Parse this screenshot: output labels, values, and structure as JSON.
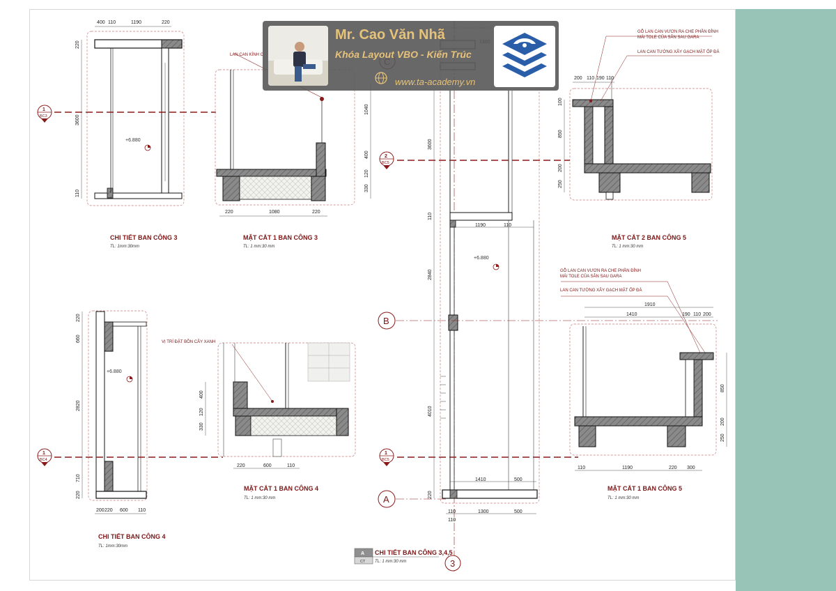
{
  "overlay": {
    "name": "Mr. Cao Văn Nhã",
    "course": "Khóa Layout VBO - Kiến Trúc",
    "website": "www.ta-academy.vn"
  },
  "drawings": {
    "chi_tiet_3": {
      "title": "CHI TIẾT BAN CÔNG 3",
      "scale": "TL: 1mm:30mm",
      "dims_top": [
        "400",
        "110",
        "1190",
        "220"
      ],
      "dims_left": [
        "220",
        "3600",
        "110"
      ],
      "elevation": "+6.880",
      "marker_num": "1",
      "marker_ref": "BC3"
    },
    "mat_cat_1_bc3": {
      "title": "MẶT CẮT 1 BAN CÔNG 3",
      "scale": "TL: 1 mm:30 mm",
      "note": "LAN CAN KÍNH C",
      "dims_bottom": [
        "220",
        "1080",
        "220"
      ],
      "dims_right": [
        "1040",
        "400",
        "120",
        "330"
      ]
    },
    "mat_cat_2_bc5": {
      "title": "MẶT CẮT 2 BAN CÔNG 5",
      "scale": "TL: 1 mm:30 mm",
      "note1": "GỖ LAN CAN VƯƠN RA CHE PHẦN ĐỈNH",
      "note2": "MÁI TOLE CỦA SÂN SAU GARA",
      "note3": "LAN CAN TƯỜNG XÂY GẠCH MẶT ỐP ĐÁ",
      "dims_top": [
        "200",
        "110",
        "190",
        "110"
      ],
      "dims_left": [
        "100",
        "850",
        "200",
        "250"
      ],
      "marker_num": "2",
      "marker_ref": "BC5"
    },
    "chi_tiet_4": {
      "title": "CHI TIẾT BAN CÔNG 4",
      "scale": "TL: 1mm:30mm",
      "dims_left": [
        "220",
        "660",
        "2820",
        "710",
        "220"
      ],
      "dims_bottom": [
        "200",
        "220",
        "600",
        "110"
      ],
      "elevation": "+6.880",
      "marker_num": "1",
      "marker_ref": "BC4"
    },
    "mat_cat_1_bc4": {
      "title": "MẶT CẮT 1 BAN CÔNG 4",
      "scale": "TL: 1 mm:30 mm",
      "note": "VỊ TRÍ ĐẶT BỒN CÂY XANH",
      "dims_bottom": [
        "220",
        "600",
        "110"
      ],
      "dims_left": [
        "400",
        "120",
        "330"
      ]
    },
    "chi_tiet_345": {
      "title": "CHI TIẾT BAN CÔNG 3,4,5",
      "scale": "TL: 1 mm:30 mm",
      "tag_top": "A",
      "tag_bottom": "CT",
      "axis_b": "B",
      "axis_a": "A",
      "axis_c": "C",
      "axis_3": "3",
      "dims_left": [
        "3600",
        "110",
        "2840",
        "4010",
        "220"
      ],
      "dims_mid": [
        "1190",
        "110"
      ],
      "dims_bottom1": [
        "1410",
        "500"
      ],
      "dims_bottom2": [
        "110",
        "1300",
        "500"
      ],
      "dims_small": [
        "1300",
        "110"
      ],
      "elevation": "+6.880",
      "marker_num": "1",
      "marker_ref": "BC5"
    },
    "mat_cat_1_bc5": {
      "title": "MẶT CẮT 1 BAN CÔNG 5",
      "scale": "TL: 1 mm:30 mm",
      "note1": "GỖ LAN CAN VƯƠN RA CHE PHẦN ĐỈNH",
      "note2": "MÁI TOLE CỦA SÂN SAU GARA",
      "note3": "LAN CAN TƯỜNG XÂY GẠCH MẶT ỐP ĐÁ",
      "dims_top1": [
        "1910"
      ],
      "dims_top2": [
        "1410",
        "190",
        "110",
        "200"
      ],
      "dims_bottom": [
        "110",
        "1190",
        "220",
        "300"
      ],
      "dims_right": [
        "850",
        "200",
        "250"
      ]
    }
  }
}
